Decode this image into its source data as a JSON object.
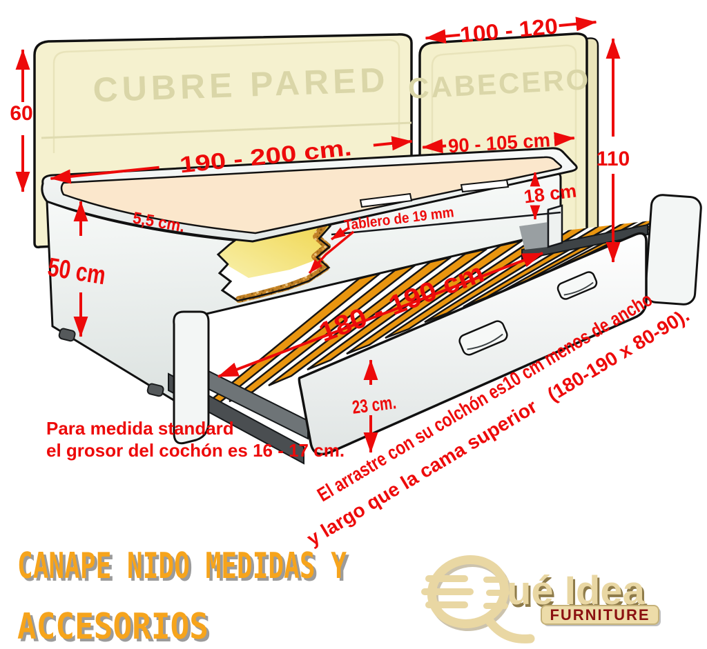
{
  "wall_panels": {
    "left_label": "CUBRE PARED",
    "right_label": "CABECERO"
  },
  "dimensions": {
    "headboard_height": "60",
    "cabecero_width": "100 - 120",
    "bed_length": "190 - 200 cm.",
    "bed_width": "90 - 105 cm",
    "cabecero_height": "110",
    "lid_band_height": "18 cm",
    "rim_thickness": "5,5 cm.",
    "base_height": "50 cm",
    "board_label": "Tablero de 19 mm",
    "trundle_length": "180 - 190 cm",
    "trundle_height": "23 cm."
  },
  "notes": {
    "standard_line1": "Para medida standard",
    "standard_line2": "el grosor del cochón es 16 - 17 cm.",
    "trundle_line1": "El arrastre con su colchón es10 cm menos de ancho",
    "trundle_line2": "y largo que la cama superior   (180-190 x 80-90)."
  },
  "title": {
    "line1": "CANAPE NIDO MEDIDAS Y",
    "line2": "ACCESORIOS"
  },
  "logo": {
    "brand": "ué Idea",
    "tagline": "FURNITURE"
  },
  "colors": {
    "dimension_red": "#ED0A0A",
    "slat_orange": "#E9950F",
    "panel_cream": "#F5F1CF",
    "mattress_peach": "#FBE7CC",
    "title_orange": "#F6A41C",
    "logo_cream": "#E9D7A3",
    "furniture_red": "#8B1111"
  }
}
